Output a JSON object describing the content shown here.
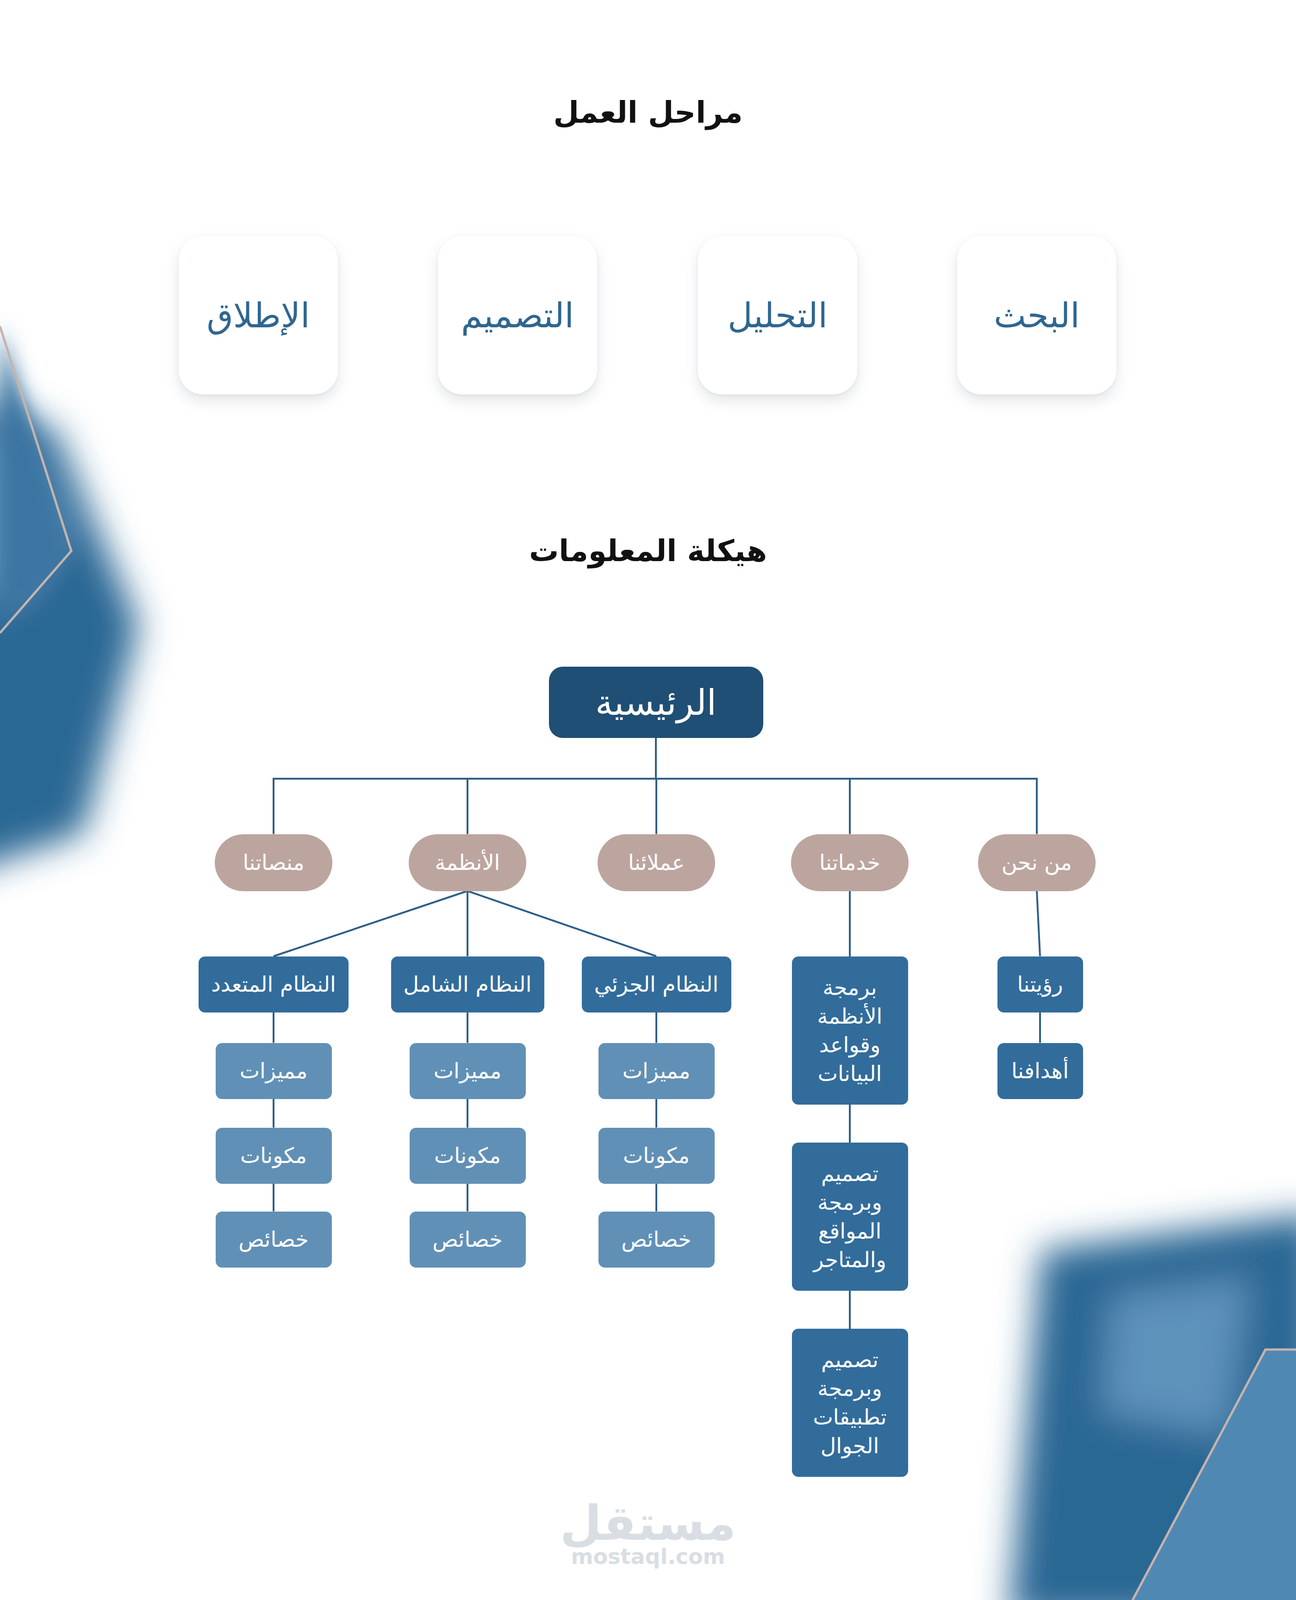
{
  "diagram": {
    "title": "مراحل العمل",
    "nodes": [
      {
        "text": [
          "البحث"
        ]
      },
      {
        "text": [
          "التحليل"
        ]
      },
      {
        "text": [
          "التصميم"
        ]
      },
      {
        "text": [
          "الإطلاق"
        ]
      },
      {
        "text": [
          "الرئيسية"
        ]
      },
      {
        "text": [
          "من نحن"
        ]
      },
      {
        "text": [
          "خدماتنا"
        ]
      },
      {
        "text": [
          "عملائنا"
        ]
      },
      {
        "text": [
          "الأنظمة"
        ]
      },
      {
        "text": [
          "منصاتنا"
        ]
      },
      {
        "text": [
          "رؤيتنا"
        ]
      },
      {
        "text": [
          "أهدافنا"
        ]
      },
      {
        "text": [
          "برمجة الأنظمة وقواعد البيانات"
        ]
      },
      {
        "text": [
          "تصميم وبرمجة المواقع والمتاجر"
        ]
      },
      {
        "text": [
          "تصميم وبرمجة تطبيقات الجوال"
        ]
      },
      {
        "text": [
          "النظام الجزئي"
        ]
      },
      {
        "text": [
          "مميزات"
        ]
      },
      {
        "text": [
          "مكونات"
        ]
      },
      {
        "text": [
          "خصائص"
        ]
      },
      {
        "text": [
          "النظام الشامل"
        ]
      },
      {
        "text": [
          "مميزات"
        ]
      },
      {
        "text": [
          "مكونات"
        ]
      },
      {
        "text": [
          "خصائص"
        ]
      },
      {
        "text": [
          "النظام المتعدد"
        ]
      },
      {
        "text": [
          "مميزات"
        ]
      },
      {
        "text": [
          "مكونات"
        ]
      },
      {
        "text": [
          "خصائص"
        ]
      }
    ],
    "edges": [
      {
        "from": 4,
        "to": 5,
        "arrow": "none"
      },
      {
        "from": 4,
        "to": 6,
        "arrow": "none"
      },
      {
        "from": 4,
        "to": 7,
        "arrow": "none"
      },
      {
        "from": 4,
        "to": 8,
        "arrow": "none"
      },
      {
        "from": 4,
        "to": 9,
        "arrow": "none"
      },
      {
        "from": 5,
        "to": 10,
        "arrow": "none"
      },
      {
        "from": 10,
        "to": 11,
        "arrow": "none"
      },
      {
        "from": 6,
        "to": 12,
        "arrow": "none"
      },
      {
        "from": 12,
        "to": 13,
        "arrow": "none"
      },
      {
        "from": 13,
        "to": 14,
        "arrow": "none"
      },
      {
        "from": 8,
        "to": 15,
        "arrow": "none"
      },
      {
        "from": 8,
        "to": 19,
        "arrow": "none"
      },
      {
        "from": 8,
        "to": 23,
        "arrow": "none"
      },
      {
        "from": 15,
        "to": 16,
        "arrow": "none"
      },
      {
        "from": 16,
        "to": 17,
        "arrow": "none"
      },
      {
        "from": 17,
        "to": 18,
        "arrow": "none"
      },
      {
        "from": 19,
        "to": 20,
        "arrow": "none"
      },
      {
        "from": 20,
        "to": 21,
        "arrow": "none"
      },
      {
        "from": 21,
        "to": 22,
        "arrow": "none"
      },
      {
        "from": 23,
        "to": 24,
        "arrow": "none"
      },
      {
        "from": 24,
        "to": 25,
        "arrow": "none"
      },
      {
        "from": 25,
        "to": 26,
        "arrow": "none"
      }
    ],
    "labels": [
      "هيكلة المعلومات",
      "مستقل",
      "mostaql.com"
    ]
  }
}
